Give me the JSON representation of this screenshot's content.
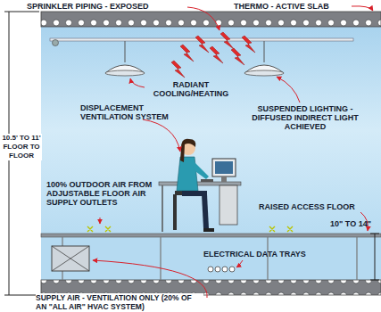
{
  "diagram": {
    "labels": [
      "SPRINKLER PIPING - EXPOSED",
      "THERMO - ACTIVE SLAB",
      "RADIANT COOLING/HEATING",
      "DISPLACEMENT VENTILATION SYSTEM",
      "SUSPENDED LIGHTING - DIFFUSED INDIRECT LIGHT ACHIEVED",
      "100% OUTDOOR AIR FROM ADJUSTABLE FLOOR AIR SUPPLY OUTLETS",
      "RAISED ACCESS FLOOR",
      "ELECTRICAL DATA TRAYS",
      "10.5' TO 11' FLOOR TO FLOOR",
      "10\" TO 14\"",
      "SUPPLY AIR - VENTILATION ONLY (20% OF AN \"ALL AIR\" HVAC SYSTEM)"
    ]
  }
}
